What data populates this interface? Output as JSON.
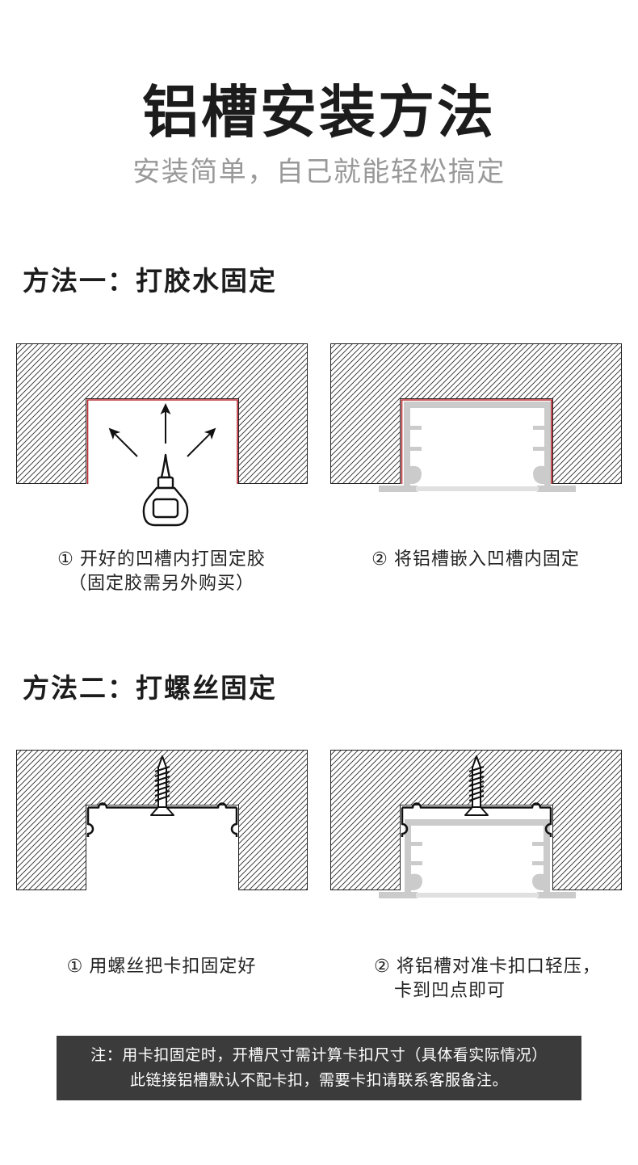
{
  "page": {
    "title": "铝槽安装方法",
    "subtitle": "安装简单，自己就能轻松搞定"
  },
  "method1": {
    "heading": "方法一：打胶水固定",
    "step1": {
      "line1": "① 开好的凹槽内打固定胶",
      "line2": "（固定胶需另外购买）"
    },
    "step2": {
      "line1": "② 将铝槽嵌入凹槽内固定"
    }
  },
  "method2": {
    "heading": "方法二：打螺丝固定",
    "step1": {
      "line1": "① 用螺丝把卡扣固定好"
    },
    "step2": {
      "line1": "② 将铝槽对准卡扣口轻压，",
      "line2": "卡到凹点即可"
    }
  },
  "note": {
    "line1": "注：用卡扣固定时，开槽尺寸需计算卡扣尺寸（具体看实际情况）",
    "line2": "此链接铝槽默认不配卡扣，需要卡扣请联系客服备注。"
  },
  "icons": {
    "glue_bottle": "glue-bottle-icon",
    "arrow": "arrow-icon",
    "screw": "screw-icon"
  },
  "colors": {
    "title": "#1c1c1c",
    "subtitle": "#999999",
    "glue_line": "#b8262c",
    "profile": "#cbcbcb",
    "diffuser": "#e0e0e0",
    "note_bg": "#3b3b3b"
  }
}
